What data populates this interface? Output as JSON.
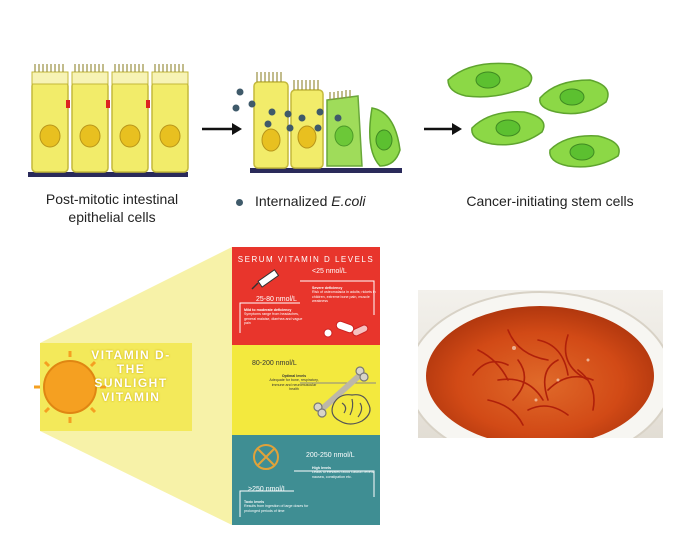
{
  "top_panel": {
    "label_left_line1": "Post-mitotic intestinal",
    "label_left_line2": "epithelial cells",
    "label_middle_prefix": "Internalized",
    "label_middle_italic": "E.coli",
    "label_right": "Cancer-initiating stem cells",
    "colors": {
      "cell_yellow": "#f2ec6a",
      "nucleus_yellow": "#e8c020",
      "cell_green": "#86d84a",
      "nucleus_green": "#5cc030",
      "bacteria": "#3f5a6a",
      "basement": "#2a2a5a"
    }
  },
  "infographic": {
    "sun_title_line1": "VITAMIN D-",
    "sun_title_line2": "THE",
    "sun_title_line3": "SUNLIGHT",
    "sun_title_line4": "VITAMIN",
    "header": "SERUM VITAMIN D LEVELS",
    "red": {
      "level_top": "<25 nmol/L",
      "level_bottom": "25-80 nmol/L",
      "note_right_title": "Severe deficiency",
      "note_right_body": "Risk of osteomalacia in adults; rickets in children, extreme bone pain, muscle weakness",
      "note_left_title": "Mild to moderate deficiency",
      "note_left_body": "Symptoms range from headaches, general malaise, diarrhea and vague pain"
    },
    "yellow": {
      "level": "80-200 nmol/L",
      "note_title": "Optimal levels",
      "note_body": "Adequate for bone, respiratory, immune and neuromuscular health"
    },
    "teal": {
      "level_right": "200-250 nmol/L",
      "note_right_title": "High levels",
      "note_right_body": "Leads to elevated blood calcium levels, nausea, constipation etc.",
      "level_left": ">250 nmol/L",
      "note_left_title": "Toxic levels",
      "note_left_body": "Results from ingestion of large doses for prolonged periods of time"
    },
    "colors": {
      "red": "#e8352c",
      "yellow": "#f3e93e",
      "teal": "#3f8e93",
      "beam": "#f7f2a8"
    }
  }
}
